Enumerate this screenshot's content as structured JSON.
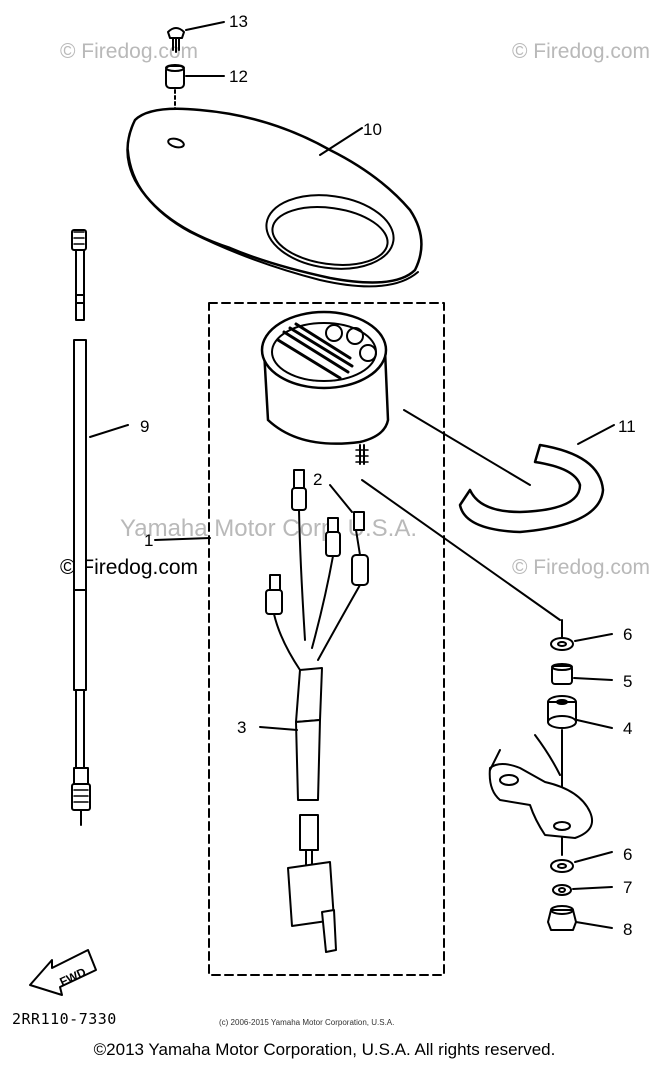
{
  "diagram": {
    "part_numbers": {
      "p1": "1",
      "p2": "2",
      "p3": "3",
      "p4": "4",
      "p5": "5",
      "p6a": "6",
      "p6b": "6",
      "p7": "7",
      "p8": "8",
      "p9": "9",
      "p10": "10",
      "p11": "11",
      "p12": "12",
      "p13": "13"
    },
    "fwd_label": "FWD",
    "diagram_code": "2RR110-7330"
  },
  "watermarks": {
    "firedog_top_left": "© Firedog.com",
    "firedog_top_right": "© Firedog.com",
    "firedog_left": "© Firedog.com",
    "firedog_right": "© Firedog.com",
    "yamaha_center": "Yamaha Motor Corp, U.S.A."
  },
  "copyright": {
    "small": "(c) 2006-2015 Yamaha Motor Corporation, U.S.A.",
    "footer": "©2013 Yamaha Motor Corporation, U.S.A. All rights reserved."
  }
}
